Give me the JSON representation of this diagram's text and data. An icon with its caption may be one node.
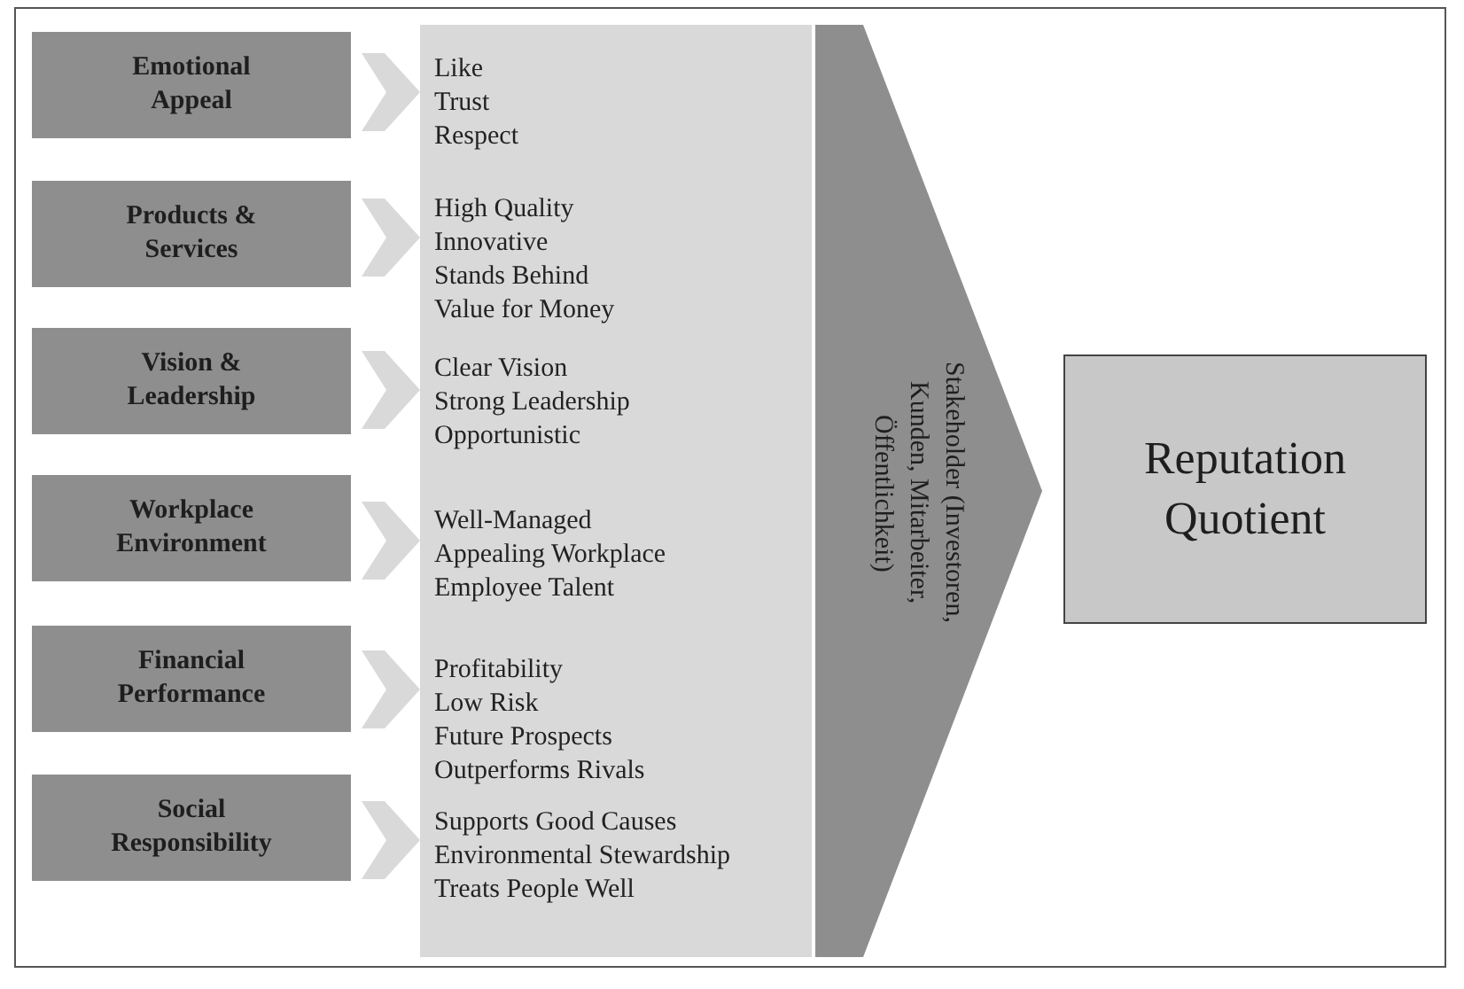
{
  "diagram": {
    "nodes": [
      {
        "text": [
          "Emotional Appeal"
        ]
      },
      {
        "text": [
          "Products & Services"
        ]
      },
      {
        "text": [
          "Vision & Leadership"
        ]
      },
      {
        "text": [
          "Workplace Environment"
        ]
      },
      {
        "text": [
          "Financial Performance"
        ]
      },
      {
        "text": [
          "Social Responsibility"
        ]
      },
      {
        "text": [],
        "shape": "box"
      },
      {
        "text": [
          "Like",
          "Trust",
          "Respect"
        ],
        "in": 6
      },
      {
        "text": [
          "High Quality",
          "Innovative",
          "Stands Behind",
          "Value for Money"
        ],
        "in": 6
      },
      {
        "text": [
          "Clear Vision",
          "Strong Leadership",
          "Opportunistic"
        ],
        "in": 6
      },
      {
        "text": [
          "Well-Managed",
          "Appealing Workplace",
          "Employee Talent"
        ],
        "in": 6
      },
      {
        "text": [
          "Profitability",
          "Low Risk",
          "Future Prospects",
          "Outperforms Rivals"
        ],
        "in": 6
      },
      {
        "text": [
          "Supports Good Causes",
          "Environmental Stewardship",
          "Treats People Well"
        ],
        "in": 6
      },
      {
        "text": [
          "Stakeholder (Investoren, Kunden, Mitarbeiter, Öffentlichkeit)"
        ]
      },
      {
        "text": [
          "Reputation Quotient"
        ]
      }
    ],
    "edges": [
      {
        "from": 0,
        "to": 7,
        "arrow": "to"
      },
      {
        "from": 1,
        "to": 8,
        "arrow": "to"
      },
      {
        "from": 2,
        "to": 9,
        "arrow": "to"
      },
      {
        "from": 3,
        "to": 10,
        "arrow": "to"
      },
      {
        "from": 4,
        "to": 11,
        "arrow": "to"
      },
      {
        "from": 5,
        "to": 12,
        "arrow": "to"
      }
    ]
  }
}
